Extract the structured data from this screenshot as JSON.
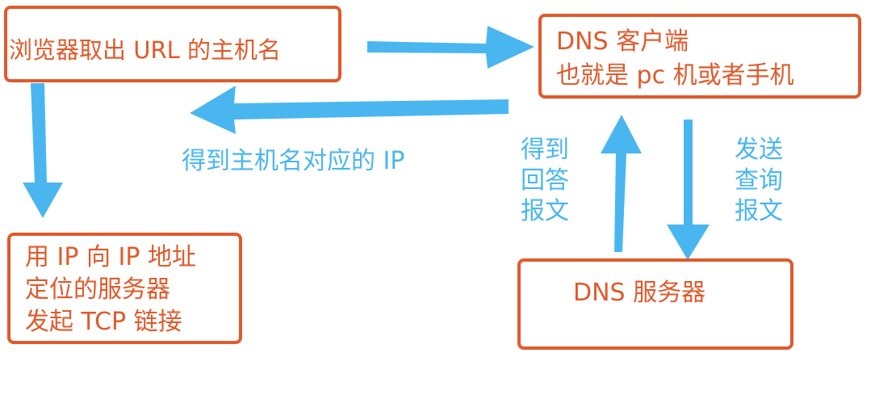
{
  "colors": {
    "box_border": "#e05a2b",
    "box_text": "#e05a2b",
    "arrow": "#4ab6f0",
    "label": "#4ab6f0",
    "background": "#ffffff"
  },
  "nodes": {
    "browser": {
      "text": "浏览器取出 URL 的主机名"
    },
    "dns_client": {
      "line1": "DNS 客户端",
      "line2": "也就是 pc 机或者手机"
    },
    "connect": {
      "line1": "用 IP 向 IP 地址",
      "line2": "定位的服务器",
      "line3": "发起 TCP 链接"
    },
    "dns_server": {
      "text": "DNS 服务器"
    }
  },
  "edge_labels": {
    "got_ip": "得到主机名对应的 IP",
    "reply": [
      "得到",
      "回答",
      "报文"
    ],
    "query": [
      "发送",
      "查询",
      "报文"
    ]
  },
  "arrows": [
    {
      "name": "arrow-browser-to-dns-client",
      "from": "browser",
      "to": "dns_client"
    },
    {
      "name": "arrow-dns-client-to-browser",
      "from": "dns_client",
      "to": "browser"
    },
    {
      "name": "arrow-browser-to-connect",
      "from": "browser",
      "to": "connect"
    },
    {
      "name": "arrow-dns-server-to-dns-client",
      "from": "dns_server",
      "to": "dns_client"
    },
    {
      "name": "arrow-dns-client-to-dns-server",
      "from": "dns_client",
      "to": "dns_server"
    }
  ]
}
